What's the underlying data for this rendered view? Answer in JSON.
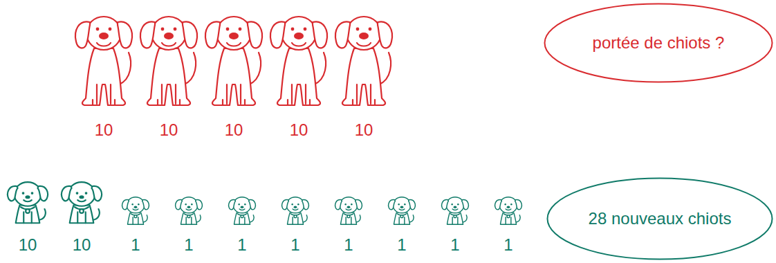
{
  "diagram": {
    "nodes": [
      {
        "text": [
          "portée de chiots ?"
        ]
      },
      {
        "text": [
          "28 nouveaux chiots"
        ]
      }
    ],
    "labels": [
      "10",
      "10",
      "10",
      "10",
      "10",
      "10",
      "10",
      "1",
      "1",
      "1",
      "1",
      "1",
      "1",
      "1",
      "1"
    ]
  }
}
